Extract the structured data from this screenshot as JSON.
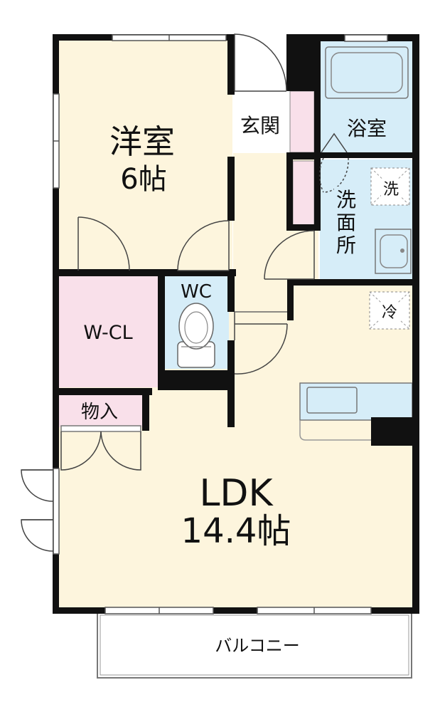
{
  "floorplan": {
    "rooms": {
      "western_room": {
        "name": "洋室",
        "size": "6帖"
      },
      "ldk": {
        "name": "LDK",
        "size": "14.4帖"
      },
      "entrance": {
        "name": "玄関"
      },
      "bathroom": {
        "name": "浴室"
      },
      "washroom": {
        "name": "洗面所"
      },
      "toilet": {
        "name": "WC"
      },
      "walk_in_closet": {
        "name": "W-CL"
      },
      "storage": {
        "name": "物入"
      },
      "balcony": {
        "name": "バルコニー"
      }
    },
    "fixtures": {
      "washer_mark": "洗",
      "fridge_mark": "冷"
    },
    "colors": {
      "wall": "#111111",
      "floor_main": "#fdf5dd",
      "floor_wet": "#d6edf8",
      "floor_closet": "#f9e0ea",
      "floor_entrance": "#ffffff",
      "balcony": "#ffffff"
    }
  }
}
